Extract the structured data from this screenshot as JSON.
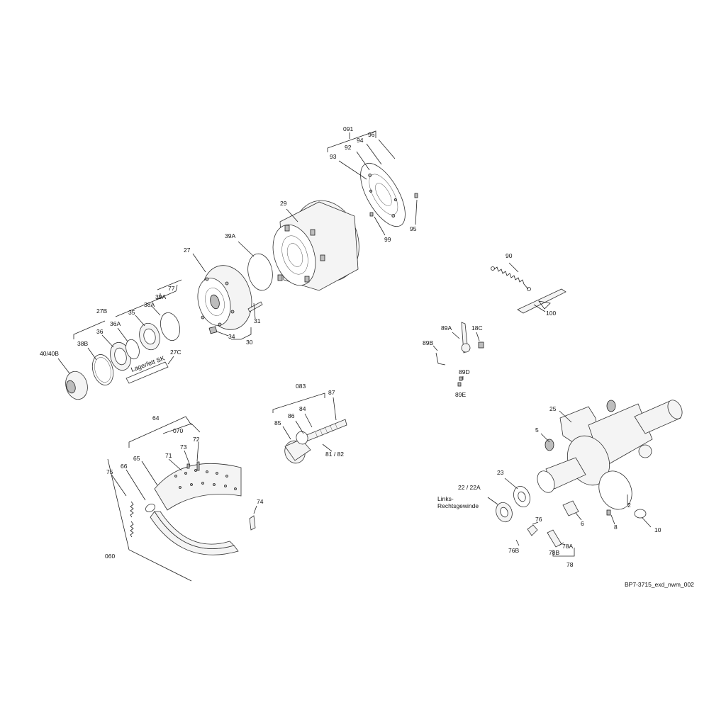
{
  "drawing_id": "BP7-3715_exd_nwm_002",
  "callouts": {
    "c091": "091",
    "c96": "96",
    "c94": "94",
    "c92": "92",
    "c93": "93",
    "c95": "95",
    "c99": "99",
    "c29": "29",
    "c39A_a": "39A",
    "c27": "27",
    "c31": "31",
    "c34": "34",
    "c30": "30",
    "c77": "77",
    "c39A_b": "39A",
    "c38A": "38A",
    "c27B": "27B",
    "c35": "35",
    "c36A": "36A",
    "c36": "36",
    "c38B": "38B",
    "c40_40B": "40/40B",
    "c27C": "27C",
    "c90": "90",
    "c100": "100",
    "c89A": "89A",
    "c18C": "18C",
    "c89B": "89B",
    "c89D": "89D",
    "c89E": "89E",
    "c083": "083",
    "c87": "87",
    "c84": "84",
    "c86": "86",
    "c85": "85",
    "c81_82": "81 / 82",
    "c64": "64",
    "c070": "070",
    "c72": "72",
    "c73": "73",
    "c71": "71",
    "c65": "65",
    "c66": "66",
    "c75": "75",
    "c74": "74",
    "c060": "060",
    "c25": "25",
    "c5": "5",
    "c23": "23",
    "c22_22A": "22 / 22A",
    "c6": "6",
    "c8": "8",
    "c10": "10",
    "c2": "2",
    "c76": "76",
    "c76B": "76B",
    "c78B": "78B",
    "c78A": "78A",
    "c78": "78"
  },
  "notes": {
    "grease_label": "Lagerfett SK",
    "thread_line1": "Links-",
    "thread_line2": "Rechtsgewinde"
  }
}
